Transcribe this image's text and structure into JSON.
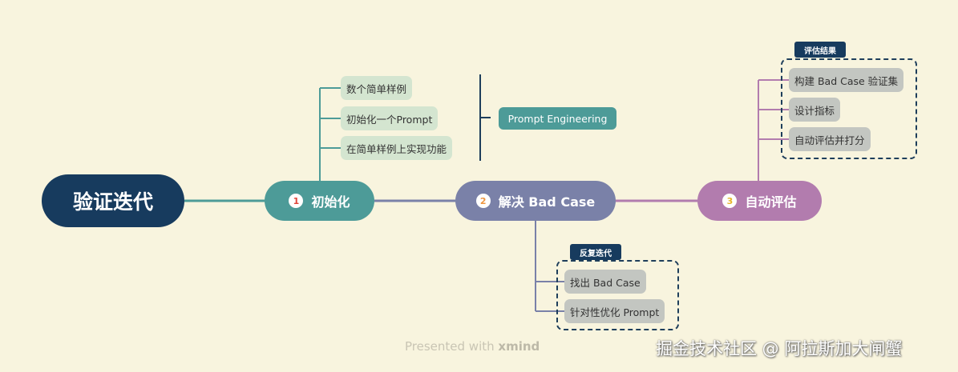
{
  "root": {
    "label": "验证迭代"
  },
  "branches": [
    {
      "number": "1",
      "label": "初始化",
      "color": "#4d9b98",
      "children": [
        "数个简单样例",
        "初始化一个Prompt",
        "在简单样例上实现功能"
      ],
      "summary": "Prompt Engineering"
    },
    {
      "number": "2",
      "label": "解决 Bad Case",
      "color": "#7a81a8",
      "group_label": "反复迭代",
      "children": [
        "找出 Bad Case",
        "针对性优化 Prompt"
      ]
    },
    {
      "number": "3",
      "label": "自动评估",
      "color": "#b27cae",
      "group_label": "评估结果",
      "children": [
        "构建 Bad Case 验证集",
        "设计指标",
        "自动评估并打分"
      ]
    }
  ],
  "watermark": {
    "prefix": "Presented with ",
    "brand": "xmind"
  },
  "credit": "掘金技术社区 @ 阿拉斯加大闸蟹"
}
